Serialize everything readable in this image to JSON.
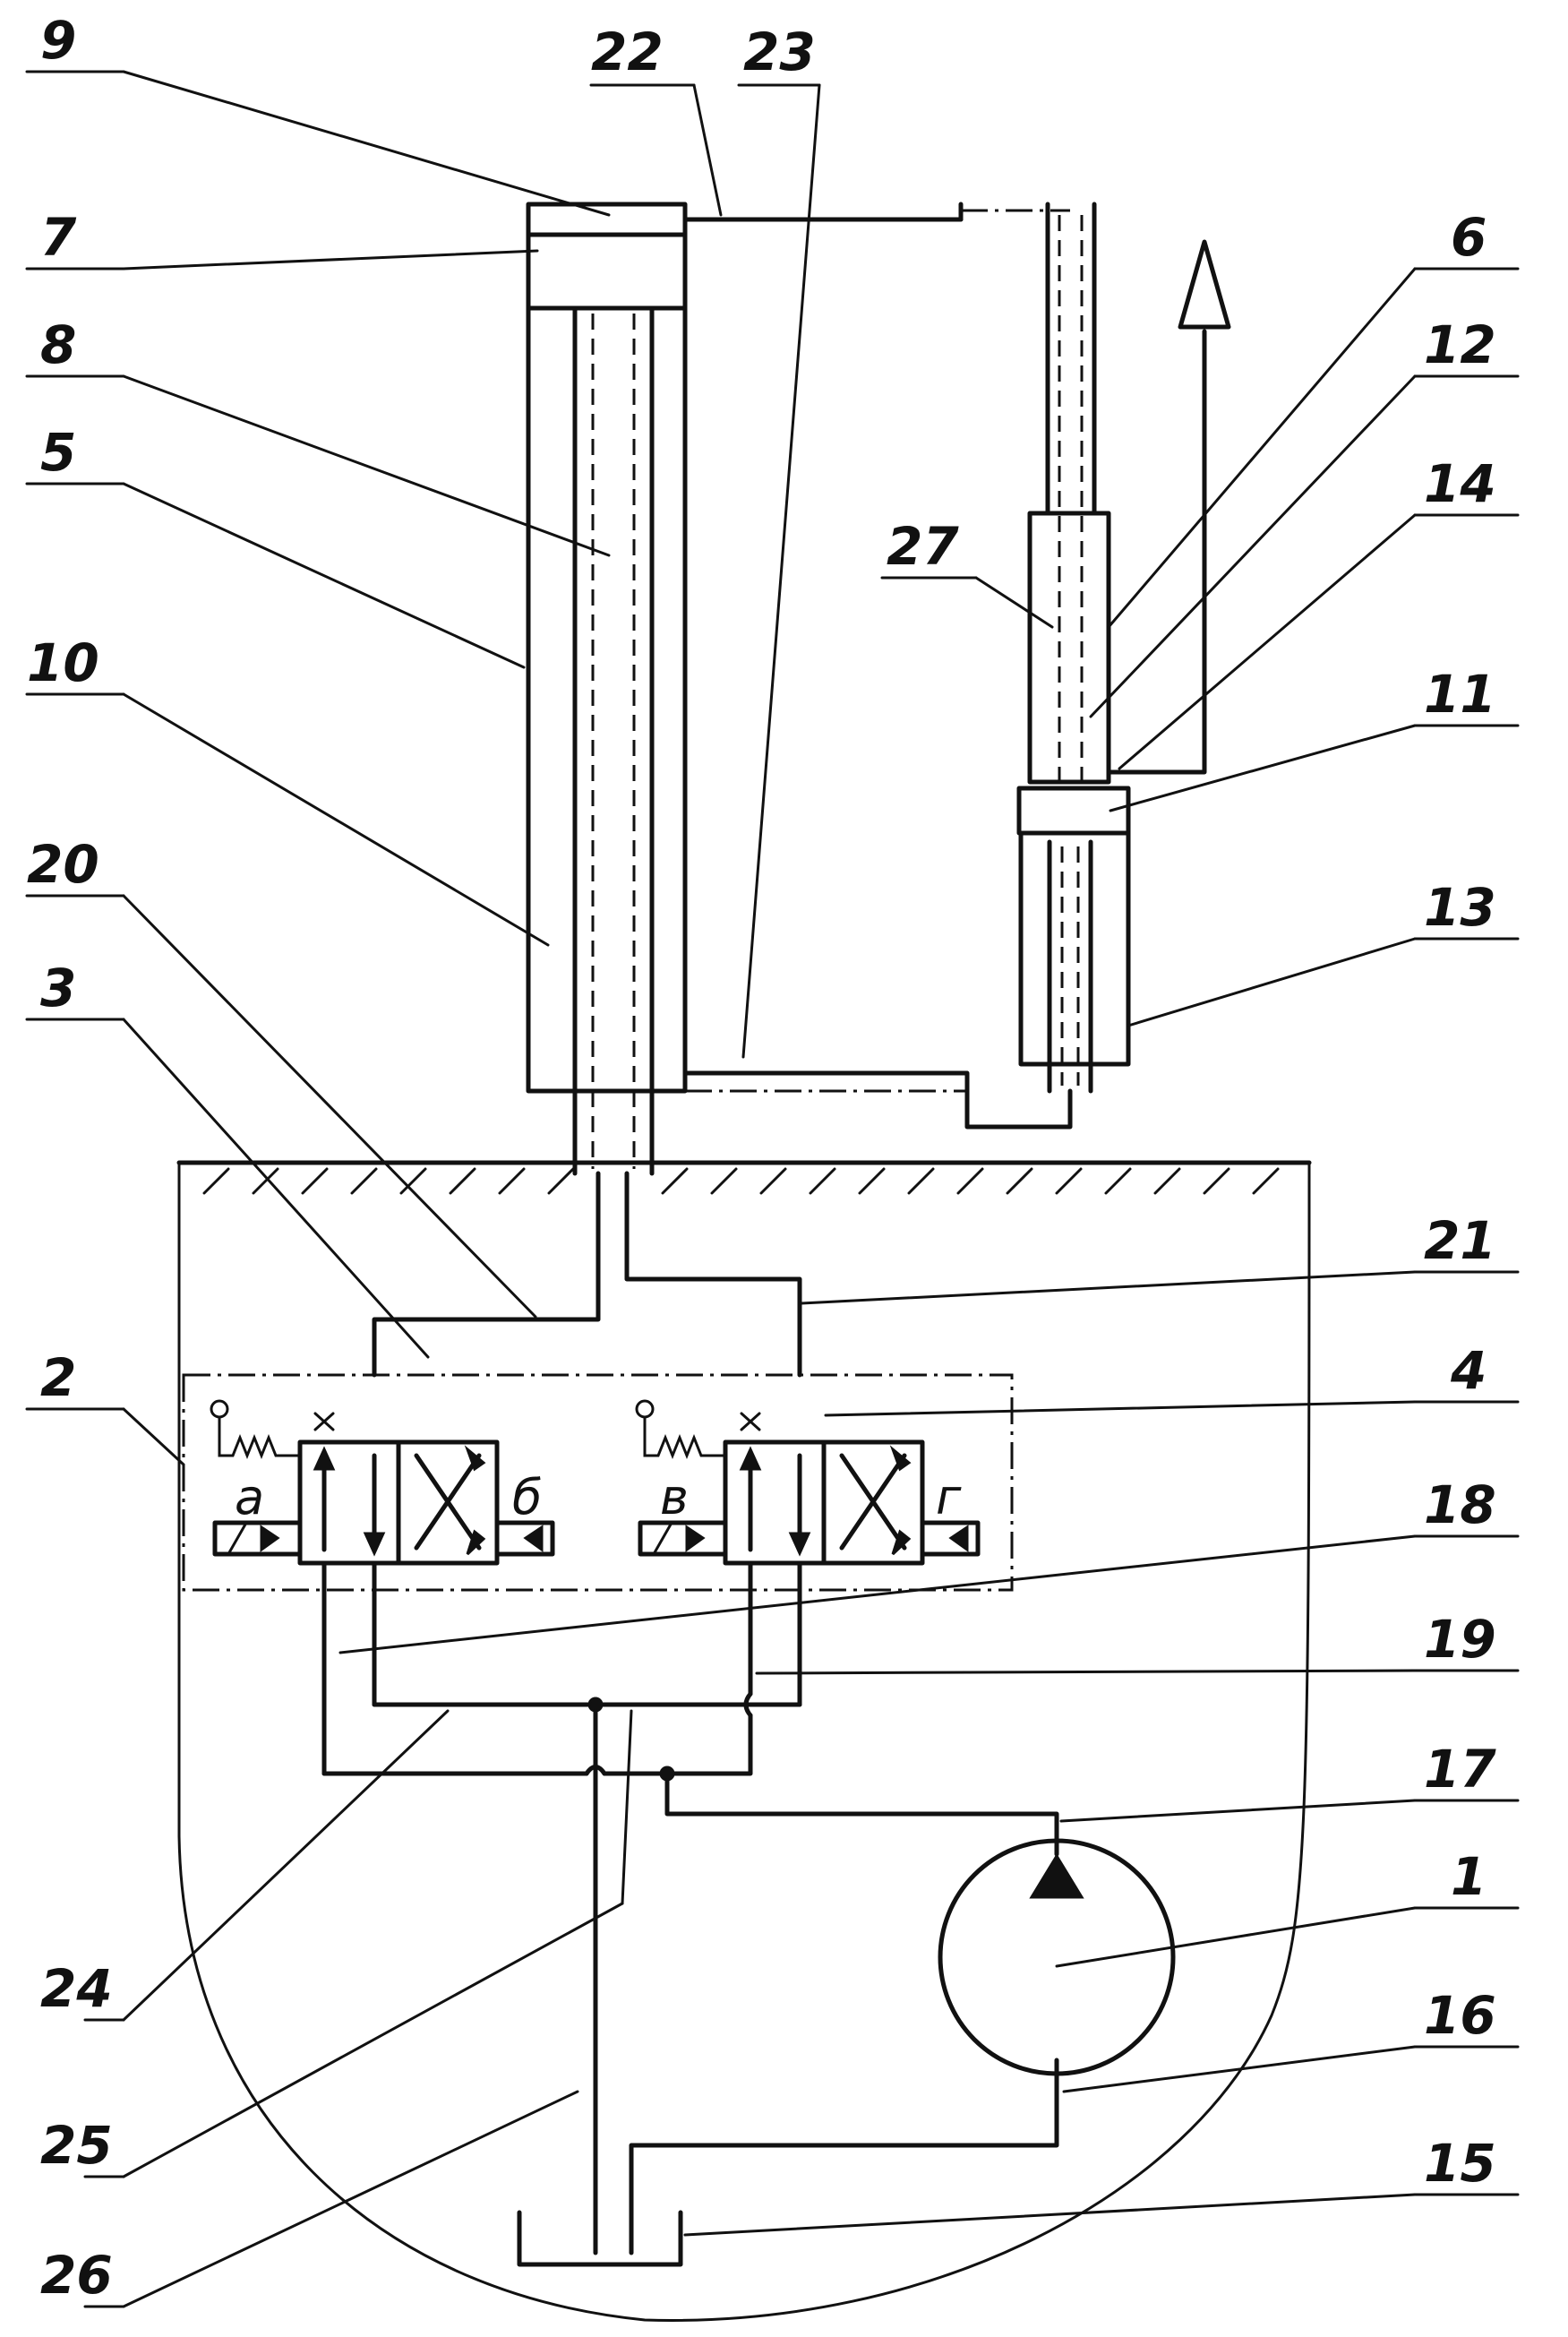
{
  "labels": {
    "l1": "1",
    "l2": "2",
    "l3": "3",
    "l4": "4",
    "l5": "5",
    "l6": "6",
    "l7": "7",
    "l8": "8",
    "l9": "9",
    "l10": "10",
    "l11": "11",
    "l12": "12",
    "l13": "13",
    "l14": "14",
    "l15": "15",
    "l16": "16",
    "l17": "17",
    "l18": "18",
    "l19": "19",
    "l20": "20",
    "l21": "21",
    "l22": "22",
    "l23": "23",
    "l24": "24",
    "l25": "25",
    "l26": "26",
    "l27": "27"
  },
  "positions": {
    "a": "а",
    "b": "б",
    "v": "в",
    "g": "г"
  },
  "colors": {
    "ink": "#111111",
    "paper": "#ffffff"
  }
}
